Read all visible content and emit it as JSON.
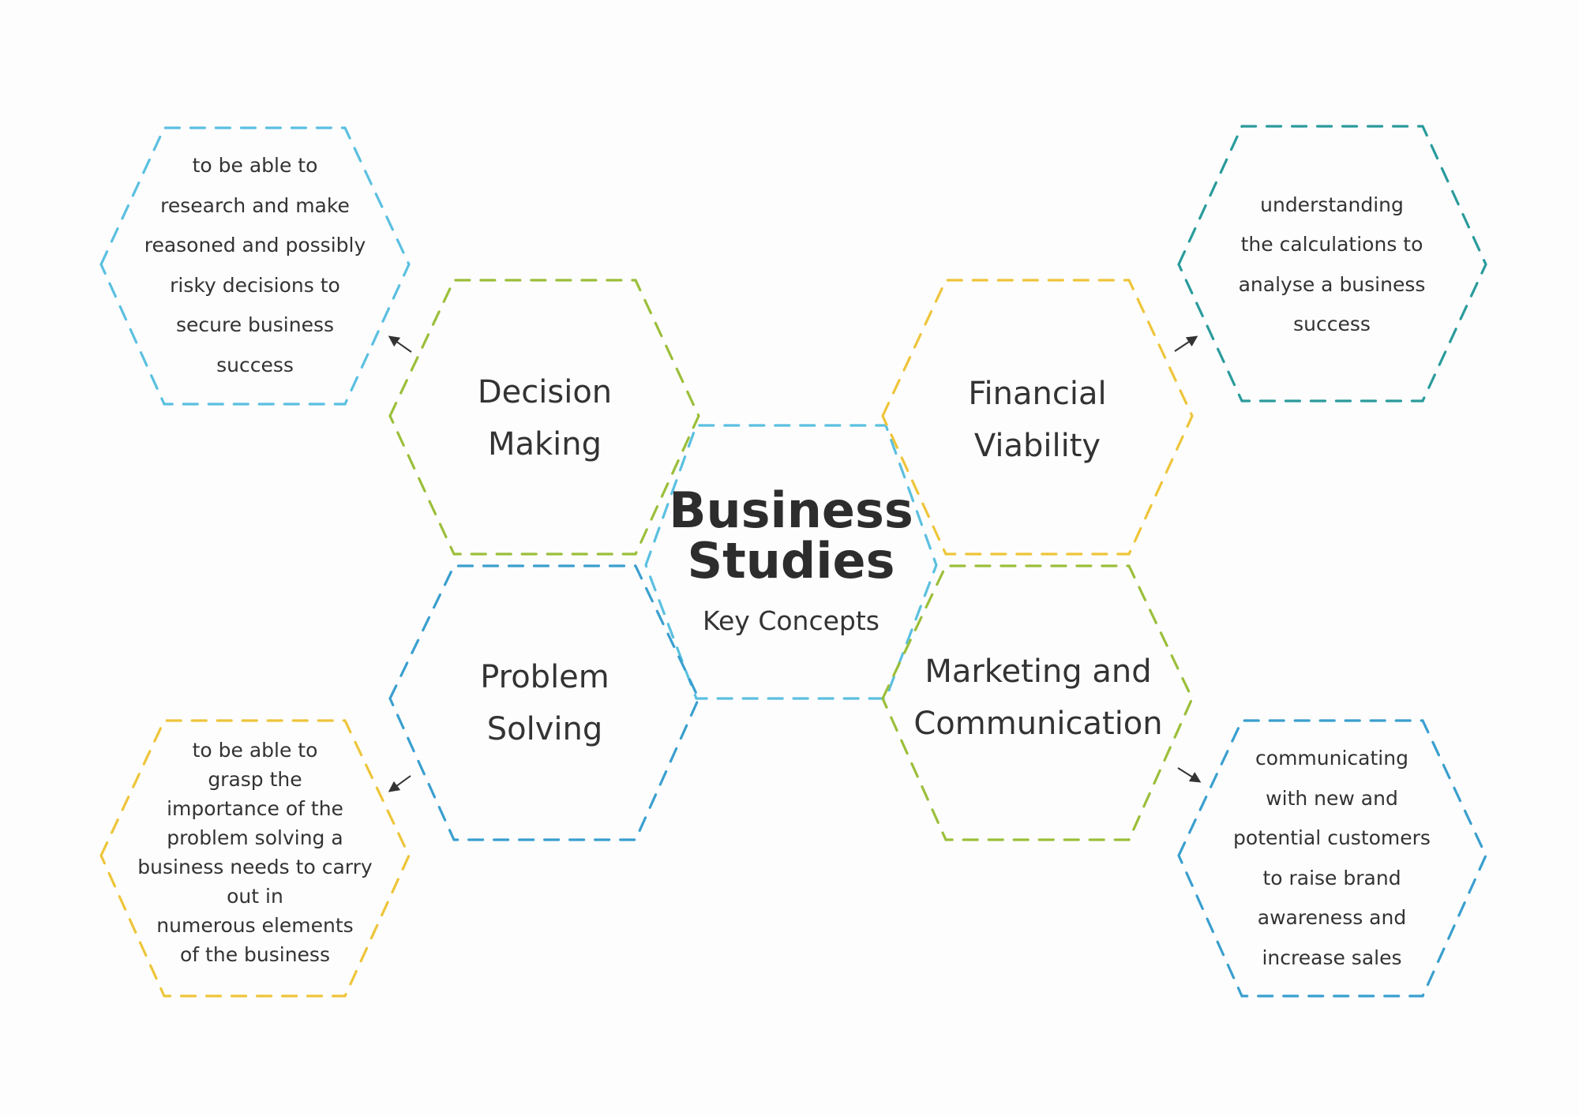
{
  "diagram": {
    "center": {
      "title": "Business\nStudies",
      "subtitle": "Key Concepts"
    },
    "concepts": {
      "decision_making": "Decision\nMaking",
      "financial_viability": "Financial\nViability",
      "problem_solving": "Problem\nSolving",
      "marketing_communication": "Marketing and\nCommunication"
    },
    "descriptions": {
      "decision_making": "to be able to\nresearch and make\nreasoned and possibly\nrisky decisions to\nsecure business\nsuccess",
      "financial_viability": "understanding\nthe calculations to\nanalyse a business\nsuccess",
      "problem_solving": "to be able to\ngrasp the\nimportance of the\nproblem solving a\nbusiness needs to carry\nout in\nnumerous elements\nof the business",
      "marketing_communication": "communicating\nwith new and\npotential customers\nto raise brand\nawareness and\nincrease sales"
    },
    "colors": {
      "light_blue": "#5bc0e0",
      "blue": "#3a9fce",
      "green": "#9bbf3a",
      "yellow": "#eec53a",
      "teal": "#2a9b9b",
      "text": "#333333",
      "arrow": "#333333"
    }
  }
}
